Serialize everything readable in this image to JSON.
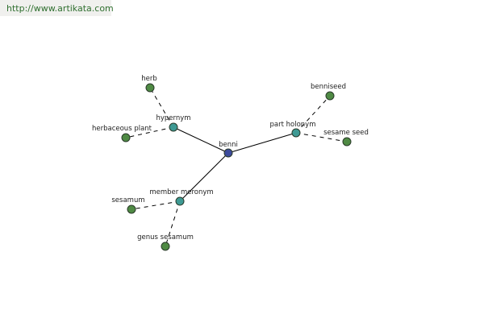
{
  "header": {
    "url": "http://www.artikata.com"
  },
  "colors": {
    "center": "#3d4b9c",
    "relation": "#3e9a94",
    "leaf": "#4f8a44",
    "url_text": "#2f6f2f",
    "url_bg": "#f0f0ee"
  },
  "graph": {
    "center": {
      "label": "benni"
    },
    "relations": [
      {
        "label": "hypernym",
        "terms": [
          "herb",
          "herbaceous plant"
        ]
      },
      {
        "label": "part holonym",
        "terms": [
          "benniseed",
          "sesame seed"
        ]
      },
      {
        "label": "member meronym",
        "terms": [
          "sesamum",
          "genus sesamum"
        ]
      }
    ]
  }
}
